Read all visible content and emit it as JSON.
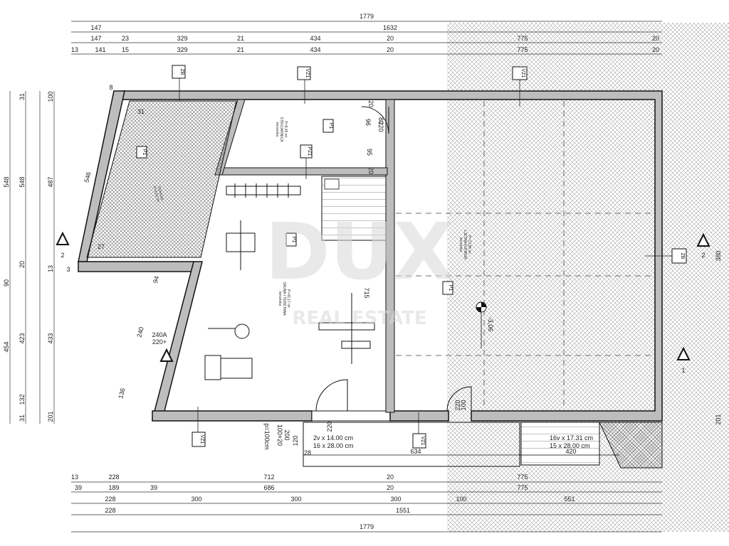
{
  "watermark": {
    "logo": "DUX",
    "subtitle": "REAL ESTATE"
  },
  "dims": {
    "top": {
      "total": "1779",
      "row2": [
        "147",
        "1632"
      ],
      "row3": [
        "147",
        "23",
        "329",
        "21",
        "434",
        "20",
        "775",
        "20"
      ],
      "row4": [
        "13",
        "141",
        "15",
        "329",
        "21",
        "434",
        "20",
        "775",
        "20"
      ]
    },
    "bottom": {
      "row1": [
        "13",
        "228",
        "712",
        "20",
        "775"
      ],
      "row2": [
        "39",
        "189",
        "39",
        "686",
        "20",
        "775"
      ],
      "row3": [
        "228",
        "300",
        "300",
        "300",
        "100",
        "551"
      ],
      "row4": [
        "228",
        "1551"
      ],
      "total": "1779"
    },
    "left": {
      "col1": [
        "548",
        "90",
        "454"
      ],
      "col2": [
        "31",
        "548",
        "20",
        "423",
        "132",
        "31"
      ],
      "col3": [
        "100",
        "487",
        "13",
        "433",
        "201"
      ]
    },
    "right": {
      "v1": "380",
      "v2": "201"
    },
    "interior": {
      "diag_546": "546",
      "d8": "8",
      "d94": "94",
      "d240": "240",
      "d240a": "240A",
      "d220": "220+",
      "d136": "136",
      "d715": "715",
      "d95": "95",
      "d80": "80",
      "d220b": "220",
      "d20a": "20",
      "d20b": "20",
      "d96": "96",
      "d100a": "100",
      "d220c": "220",
      "d200": "200",
      "d100_20": "100+20",
      "d220d": "220",
      "p100": "p=100cm",
      "d120": "120",
      "d28": "28",
      "d634": "634",
      "d420": "420",
      "d3": "3",
      "d27": "27",
      "d31b": "31"
    }
  },
  "stairs": {
    "left_line1": "2v x 14.00 cm",
    "left_line2": "16 x 28.00 cm",
    "right_line1": "16v x 17.31 cm",
    "right_line2": "15 x 28.00 cm"
  },
  "rooms": {
    "storage": {
      "name": "STROJARNICA",
      "area": "P=8,45 m²",
      "floor": "keramika"
    },
    "garden": {
      "name": "TERASA",
      "area": "P=5,52 m²"
    },
    "gym": {
      "name": "SAUNA I TERETANA",
      "area": "P=42,17 m²",
      "floor": "keramika"
    },
    "kitchen": {
      "name": "LJETNA KUHINJA",
      "area": "P=72,88 m²",
      "floor": "keramika"
    }
  },
  "tags": {
    "zb": "ZB",
    "vz1": "VZ1",
    "pz1": "PZ1",
    "p1": "P1",
    "section2": "2",
    "section1": "1",
    "level": "-3,06"
  }
}
